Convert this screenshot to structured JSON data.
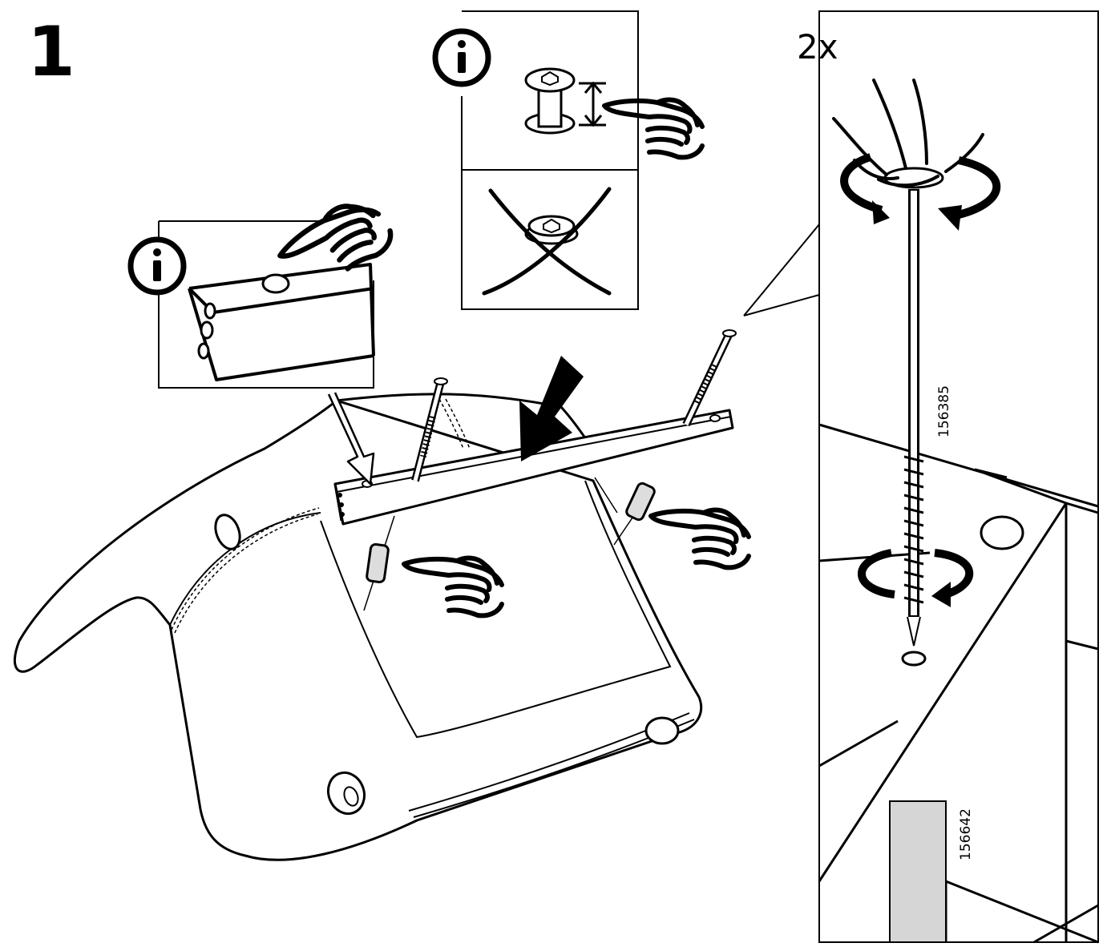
{
  "step": {
    "number": "1"
  },
  "detail": {
    "multiplier": "2x"
  },
  "parts": {
    "bolt_article": "156385",
    "leg_article": "156642"
  },
  "icons": {
    "info": "info-circle-icon",
    "pointing_hand": "pointing-hand-icon",
    "wrong_cross": "wrong-x-icon",
    "rotation": "rotation-arrow-icon",
    "down_arrow": "insert-arrow-icon"
  },
  "colors": {
    "line": "#000000",
    "fill": "#ffffff",
    "leg": "#d6d6d6"
  }
}
